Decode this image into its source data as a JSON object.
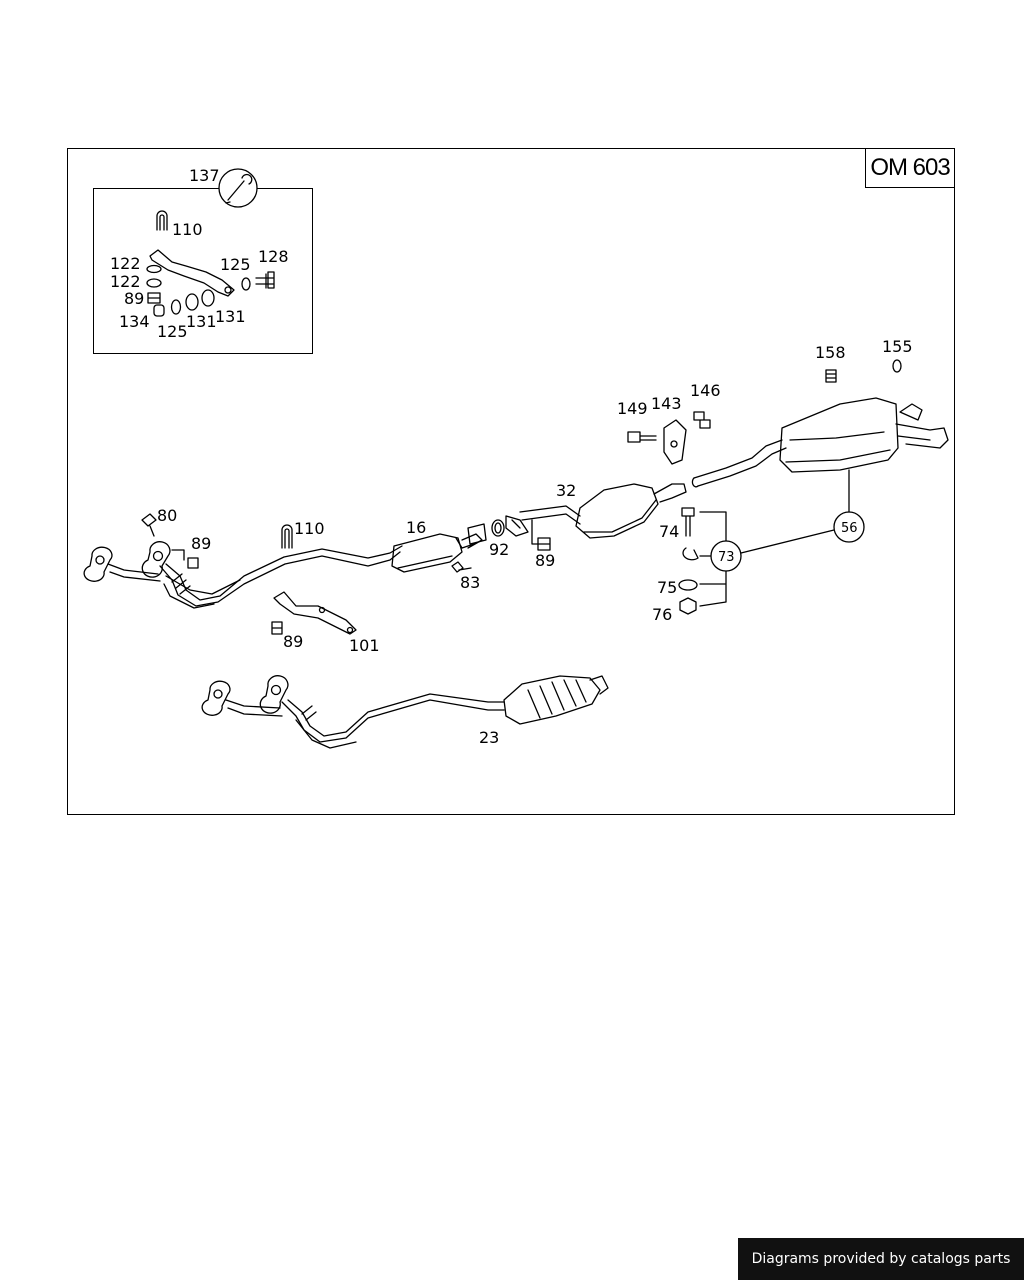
{
  "model_label": "OM 603",
  "footer_text": "Diagrams provided by catalogs parts",
  "callouts": {
    "c137": "137",
    "c110a": "110",
    "c122a": "122",
    "c122b": "122",
    "c125a": "125",
    "c128": "128",
    "c89a": "89",
    "c134": "134",
    "c125b": "125",
    "c131a": "131",
    "c131b": "131",
    "c158": "158",
    "c155": "155",
    "c149": "149",
    "c143": "143",
    "c146": "146",
    "c32": "32",
    "c16": "16",
    "c110b": "110",
    "c80": "80",
    "c89b": "89",
    "c92": "92",
    "c89c": "89",
    "c83": "83",
    "c74": "74",
    "c73": "73",
    "c56": "56",
    "c75": "75",
    "c76": "76",
    "c89d": "89",
    "c101": "101",
    "c23": "23"
  }
}
